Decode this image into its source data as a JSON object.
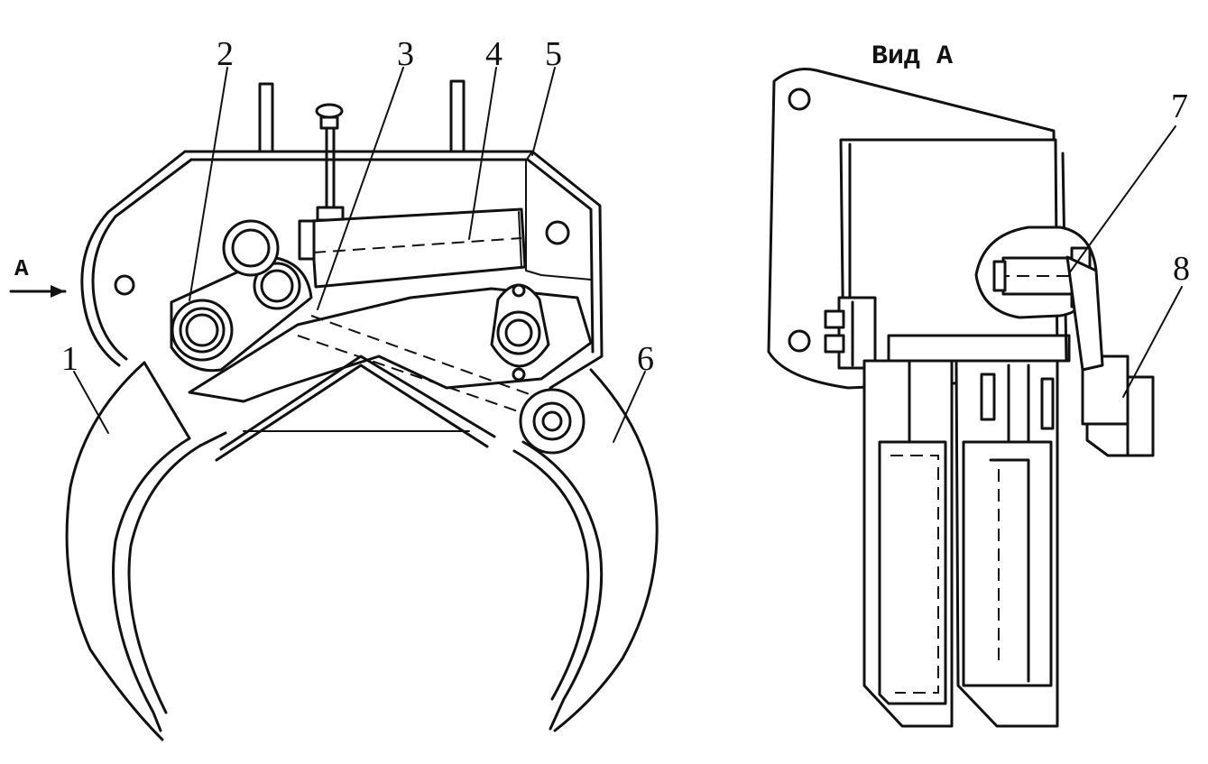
{
  "front_view": {
    "arrow_label": "А",
    "callouts": [
      "1",
      "2",
      "3",
      "4",
      "5",
      "6"
    ]
  },
  "side_view": {
    "title": "Вид А",
    "callouts": [
      "7",
      "8"
    ]
  },
  "colors": {
    "line": "#111111",
    "background": "#ffffff"
  }
}
